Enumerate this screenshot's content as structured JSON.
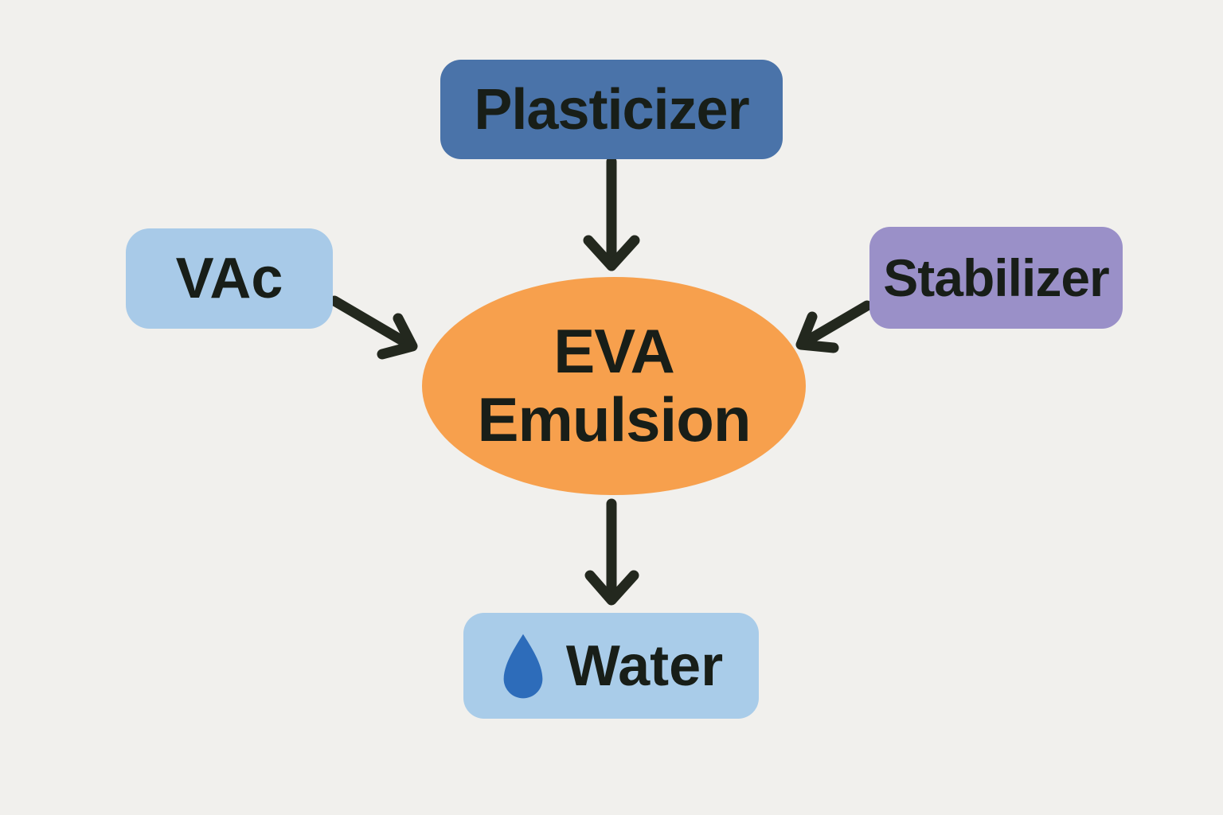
{
  "diagram": {
    "type": "flow-diagram",
    "description": "Ingredients flowing into EVA Emulsion, which yields Water",
    "colors": {
      "background": "#f1f0ed",
      "arrow": "#23281e",
      "text": "#181e18",
      "plasticizer_box": "#4a73a9",
      "vac_box": "#a8cae8",
      "stabilizer_box": "#9a90c8",
      "eva_ellipse": "#f7a04d",
      "water_box": "#a9cce9",
      "water_drop_icon": "#2d6cba"
    },
    "nodes": {
      "plasticizer": {
        "label": "Plasticizer",
        "shape": "rounded-rect"
      },
      "vac": {
        "label": "VAc",
        "shape": "rounded-rect"
      },
      "stabilizer": {
        "label": "Stabilizer",
        "shape": "rounded-rect"
      },
      "eva_emulsion": {
        "label": "EVA Emulsion",
        "label_lines": [
          "EVA",
          "Emulsion"
        ],
        "shape": "ellipse"
      },
      "water": {
        "label": "Water",
        "shape": "rounded-rect",
        "icon": "water-drop-icon"
      }
    },
    "edges": [
      {
        "from": "Plasticizer",
        "to": "EVA Emulsion",
        "direction": "down"
      },
      {
        "from": "VAc",
        "to": "EVA Emulsion",
        "direction": "down-right"
      },
      {
        "from": "Stabilizer",
        "to": "EVA Emulsion",
        "direction": "down-left"
      },
      {
        "from": "EVA Emulsion",
        "to": "Water",
        "direction": "down"
      }
    ]
  }
}
